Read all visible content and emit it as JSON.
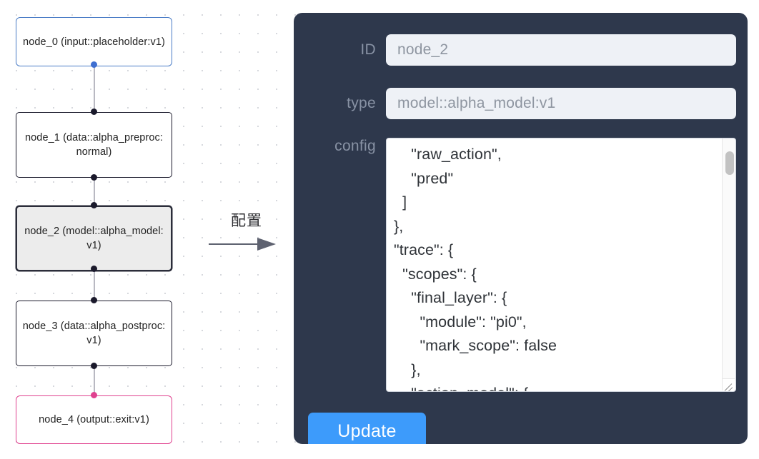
{
  "canvas": {
    "grid_dot_color": "#d6d8dd",
    "background": "#ffffff"
  },
  "graph": {
    "nodes": [
      {
        "id": "node_0",
        "title": "node_0",
        "subtitle": "(input::placeholder:v1)",
        "label": "node_0\n(input::placeholder:v1)",
        "role": "input",
        "border_color": "#4a7cc6",
        "fill": "#ffffff",
        "selected": false
      },
      {
        "id": "node_1",
        "title": "node_1",
        "subtitle": "(data::alpha_preproc:normal)",
        "label": "node_1\n(data::alpha_preproc:normal)",
        "role": "data",
        "border_color": "#1a192b",
        "fill": "#ffffff",
        "selected": false
      },
      {
        "id": "node_2",
        "title": "node_2",
        "subtitle": "(model::alpha_model:v1)",
        "label": "node_2\n(model::alpha_model:v1)",
        "role": "model",
        "border_color": "#2b2d3a",
        "fill": "#ececec",
        "selected": true
      },
      {
        "id": "node_3",
        "title": "node_3",
        "subtitle": "(data::alpha_postproc:v1)",
        "label": "node_3\n(data::alpha_postproc:v1)",
        "role": "data",
        "border_color": "#1a192b",
        "fill": "#ffffff",
        "selected": false
      },
      {
        "id": "node_4",
        "title": "node_4",
        "subtitle": "(output::exit:v1)",
        "label": "node_4\n(output::exit:v1)",
        "role": "output",
        "border_color": "#e0418f",
        "fill": "#ffffff",
        "selected": false
      }
    ],
    "edges": [
      {
        "from": "node_0",
        "to": "node_1"
      },
      {
        "from": "node_1",
        "to": "node_2"
      },
      {
        "from": "node_2",
        "to": "node_3"
      },
      {
        "from": "node_3",
        "to": "node_4"
      }
    ],
    "handle_colors": {
      "default": "#1a192b",
      "input": "#3f6fd1",
      "output": "#e0418f"
    }
  },
  "annotation": {
    "text": "配置",
    "arrow_color": "#5e6270",
    "icon": "right-arrow-icon"
  },
  "panel": {
    "background": "#2e384c",
    "fields": {
      "id": {
        "label": "ID",
        "value": "node_2"
      },
      "type": {
        "label": "type",
        "value": "model::alpha_model:v1"
      },
      "config": {
        "label": "config",
        "value": "    \"raw_action\",\n    \"pred\"\n  ]\n},\n\"trace\": {\n  \"scopes\": {\n    \"final_layer\": {\n      \"module\": \"pi0\",\n      \"mark_scope\": false\n    },\n    \"action_model\": {",
        "scroll_thumb_position": "top"
      }
    },
    "update_button": {
      "label": "Update",
      "color": "#3d9bfb"
    }
  }
}
